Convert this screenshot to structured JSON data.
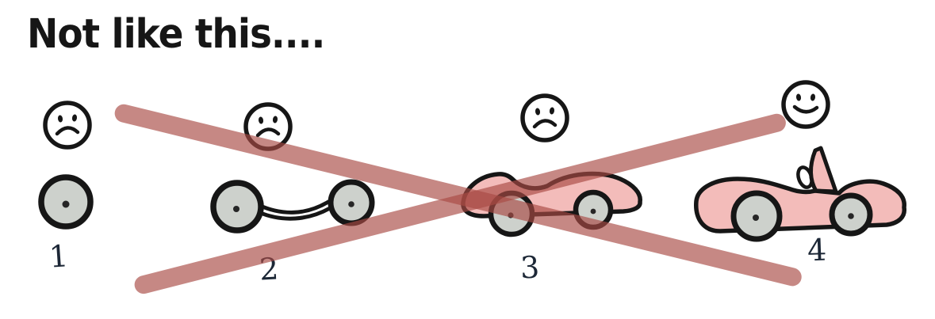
{
  "title": "Not like this....",
  "stages": [
    {
      "number": "1",
      "face": "sad",
      "item": "single-wheel"
    },
    {
      "number": "2",
      "face": "sad",
      "item": "two-wheels-with-axle"
    },
    {
      "number": "3",
      "face": "sad",
      "item": "open-car-body-on-wheels"
    },
    {
      "number": "4",
      "face": "happy",
      "item": "finished-convertible-car"
    }
  ],
  "annotation": {
    "type": "red-cross-out-x",
    "strokes": 2
  },
  "colors": {
    "ink": "#161616",
    "num_ink": "#1c2736",
    "red": "#a94a44",
    "car_pink": "#f3bcba",
    "wheel_gray": "#cdd1cc",
    "hub_ink": "#262626"
  }
}
